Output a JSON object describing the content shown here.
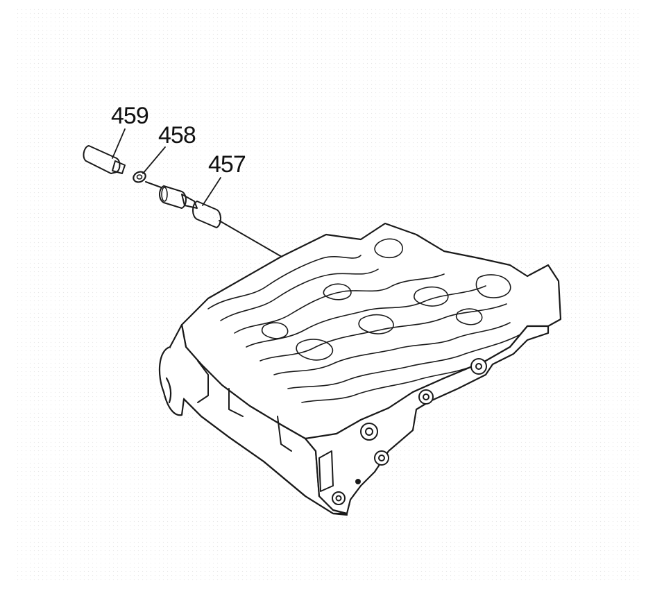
{
  "callouts": [
    {
      "id": "459",
      "label": "459"
    },
    {
      "id": "458",
      "label": "458"
    },
    {
      "id": "457",
      "label": "457"
    }
  ],
  "colors": {
    "ink": "#1a1a1a",
    "background": "#ffffff"
  }
}
